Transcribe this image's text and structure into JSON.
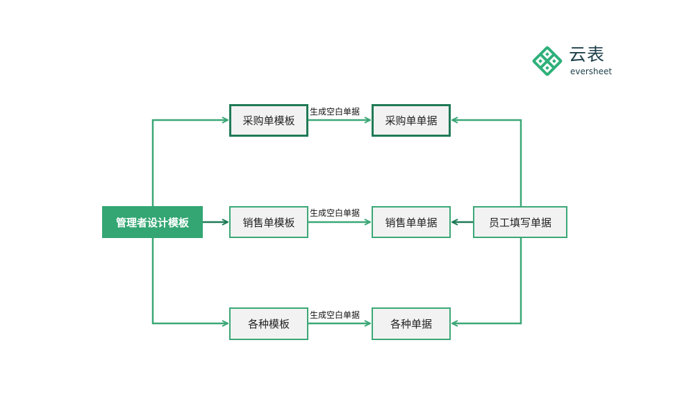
{
  "diagram": {
    "nodes": {
      "designer": "管理者设计模板",
      "purchase_template": "采购单模板",
      "sales_template": "销售单模板",
      "various_templates": "各种模板",
      "purchase_doc": "采购单单据",
      "sales_doc": "销售单单据",
      "various_docs": "各种单据",
      "employee": "员工填写单据"
    },
    "edge_labels": {
      "top": "生成空白单据",
      "middle": "生成空白单据",
      "bottom": "生成空白单据"
    }
  },
  "logo": {
    "text_cn": "云表",
    "text_en": "eversheet"
  },
  "colors": {
    "arrow_light": "#3aa776",
    "arrow_dark": "#1f7a55",
    "root_fill": "#33a673",
    "box_fill": "#f2f2f2"
  }
}
